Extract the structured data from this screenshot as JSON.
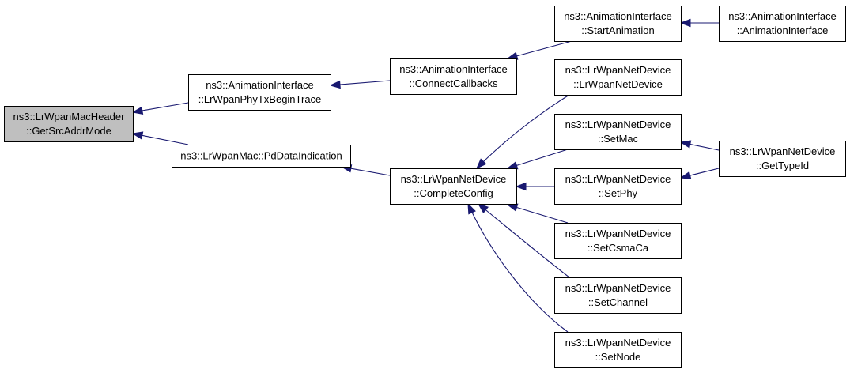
{
  "diagram": {
    "type": "call-graph",
    "nodes": [
      {
        "id": "root",
        "lines": [
          "ns3::LrWpanMacHeader",
          "::GetSrcAddrMode"
        ],
        "highlighted": true
      },
      {
        "id": "phytx",
        "lines": [
          "ns3::AnimationInterface",
          "::LrWpanPhyTxBeginTrace"
        ]
      },
      {
        "id": "pddata",
        "lines": [
          "ns3::LrWpanMac::PdDataIndication"
        ]
      },
      {
        "id": "connect",
        "lines": [
          "ns3::AnimationInterface",
          "::ConnectCallbacks"
        ]
      },
      {
        "id": "complete",
        "lines": [
          "ns3::LrWpanNetDevice",
          "::CompleteConfig"
        ]
      },
      {
        "id": "start",
        "lines": [
          "ns3::AnimationInterface",
          "::StartAnimation"
        ]
      },
      {
        "id": "ctor",
        "lines": [
          "ns3::LrWpanNetDevice",
          "::LrWpanNetDevice"
        ]
      },
      {
        "id": "setmac",
        "lines": [
          "ns3::LrWpanNetDevice",
          "::SetMac"
        ]
      },
      {
        "id": "setphy",
        "lines": [
          "ns3::LrWpanNetDevice",
          "::SetPhy"
        ]
      },
      {
        "id": "setcsma",
        "lines": [
          "ns3::LrWpanNetDevice",
          "::SetCsmaCa"
        ]
      },
      {
        "id": "setchan",
        "lines": [
          "ns3::LrWpanNetDevice",
          "::SetChannel"
        ]
      },
      {
        "id": "setnode",
        "lines": [
          "ns3::LrWpanNetDevice",
          "::SetNode"
        ]
      },
      {
        "id": "anim",
        "lines": [
          "ns3::AnimationInterface",
          "::AnimationInterface"
        ]
      },
      {
        "id": "typeid",
        "lines": [
          "ns3::LrWpanNetDevice",
          "::GetTypeId"
        ]
      }
    ],
    "edges": [
      {
        "from": "phytx",
        "to": "root"
      },
      {
        "from": "pddata",
        "to": "root"
      },
      {
        "from": "connect",
        "to": "phytx"
      },
      {
        "from": "complete",
        "to": "pddata"
      },
      {
        "from": "start",
        "to": "connect"
      },
      {
        "from": "ctor",
        "to": "complete"
      },
      {
        "from": "setmac",
        "to": "complete"
      },
      {
        "from": "setphy",
        "to": "complete"
      },
      {
        "from": "setcsma",
        "to": "complete"
      },
      {
        "from": "setchan",
        "to": "complete"
      },
      {
        "from": "setnode",
        "to": "complete"
      },
      {
        "from": "anim",
        "to": "start"
      },
      {
        "from": "typeid",
        "to": "setmac"
      },
      {
        "from": "typeid",
        "to": "setphy"
      }
    ],
    "colors": {
      "edge": "#191970",
      "node_border": "#000000",
      "node_fill": "#ffffff",
      "highlight_fill": "#bfbfbf"
    }
  }
}
